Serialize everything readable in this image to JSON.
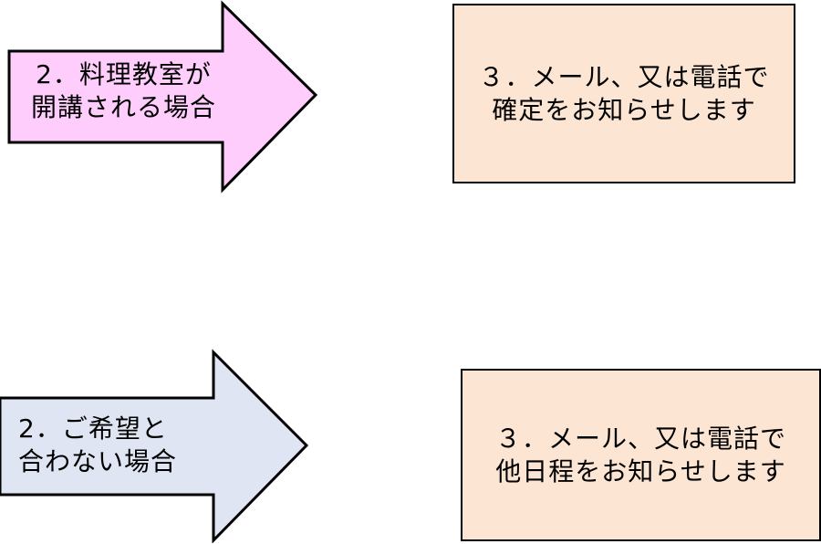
{
  "colors": {
    "arrow_top_fill": "#fecdfc",
    "arrow_bottom_fill": "#dfe5f2",
    "box_fill": "#fde5d4",
    "stroke": "#000000"
  },
  "diagram": {
    "top_arrow": {
      "line1": "2．料理教室が",
      "line2": "開講される場合"
    },
    "top_box": {
      "line1": "３．メール、又は電話で",
      "line2": "確定をお知らせします"
    },
    "bottom_arrow": {
      "line1": "2．ご希望と",
      "line2": "合わない場合"
    },
    "bottom_box": {
      "line1": "３．メール、又は電話で",
      "line2": "他日程をお知らせします"
    }
  }
}
